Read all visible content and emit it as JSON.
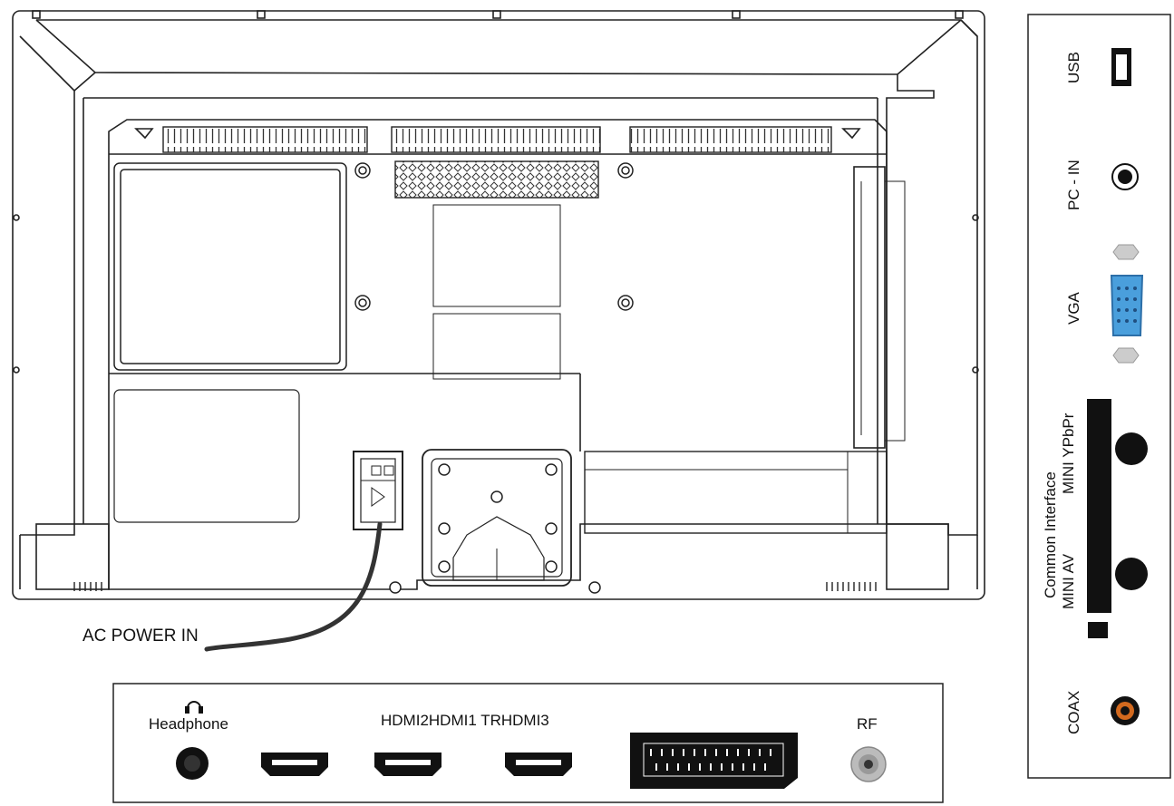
{
  "labels": {
    "ac_power_in": "AC POWER IN",
    "headphone": "Headphone",
    "hdmi_group": "HDMI2HDMI1 TRHDMI3",
    "rf": "RF",
    "usb": "USB",
    "pc_in": "PC - IN",
    "vga": "VGA",
    "common_interface": "Common Interface",
    "mini_ypbpr": "MINI YPbPr",
    "mini_av": "MINI AV",
    "coax": "COAX"
  },
  "icons": {
    "headphone": "headphone-icon"
  },
  "colors": {
    "line": "#222222",
    "vga_connector": "#4a9fdc",
    "coax_ring": "#d2691e",
    "screw_grey": "#c8c8c8",
    "rf_grey": "#bbbbbb"
  }
}
